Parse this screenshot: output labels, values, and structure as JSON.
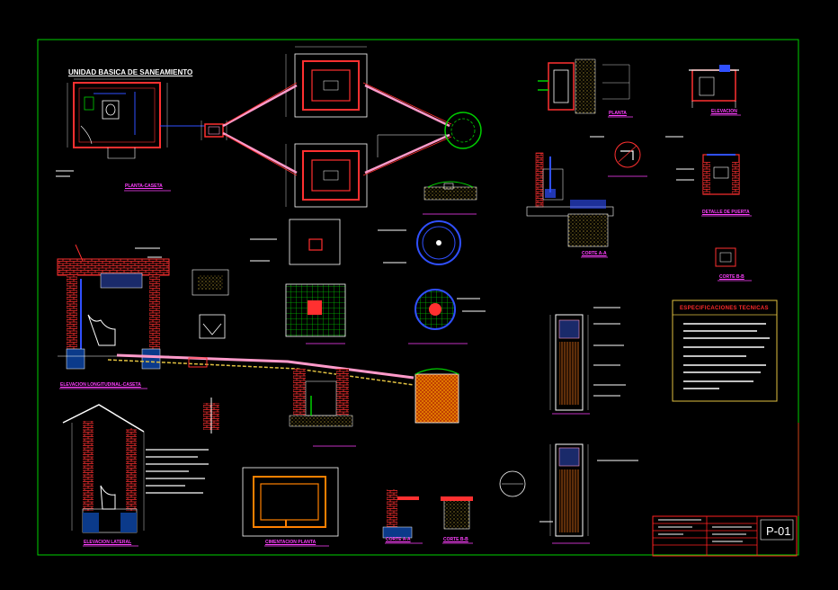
{
  "header": {
    "main_title": "UNIDAD BASICA DE SANEAMIENTO"
  },
  "specs_box": {
    "title": "ESPECIFICACIONES TECNICAS"
  },
  "title_block": {
    "sheet_number": "P-01"
  },
  "view_titles": {
    "planta_caseta": "PLANTA-CASETA",
    "planta": "PLANTA",
    "elevacion": "ELEVACION",
    "detalle_de_puerta": "DETALLE DE PUERTA",
    "corte_a_a": "CORTE A-A",
    "corte_b_b": "CORTE B-B",
    "elevacion_longitudinal_caseta": "ELEVACION LONGITUDINAL-CASETA",
    "elevacion_lateral": "ELEVACION LATERAL",
    "cimentacion_planta": "CIMENTACION PLANTA"
  },
  "colors": {
    "background": "#000000",
    "sheet_border": "#00d000",
    "title_block": "#ff2020",
    "walls": "#ff3030",
    "pipes_pink": "#ff9aca",
    "annotation": "#ffffff",
    "view_titles": "#ff40ff",
    "water": "#3050ff",
    "ground": "#e0c040",
    "green_grid": "#00c000",
    "orange": "#ff8000"
  }
}
